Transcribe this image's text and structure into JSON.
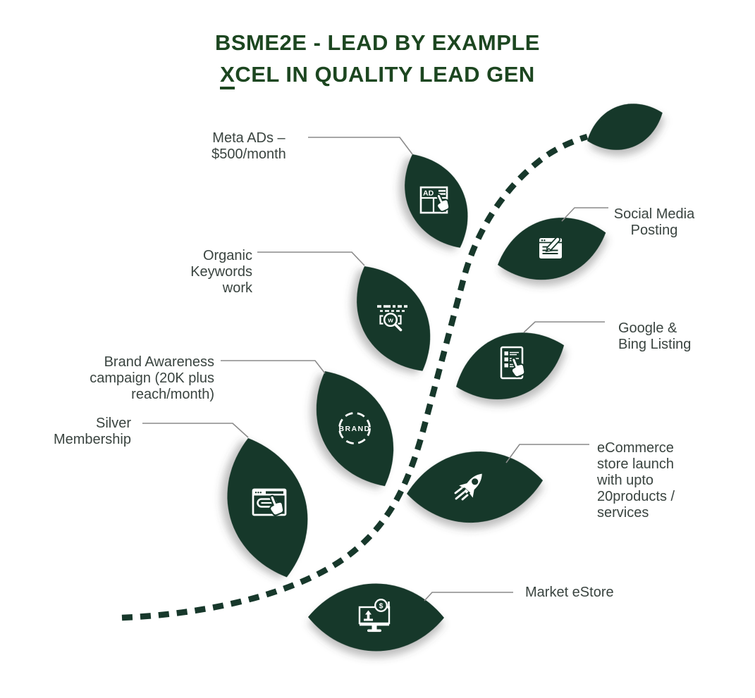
{
  "title": {
    "line1": "BSME2E - LEAD BY EXAMPLE",
    "line2_first_letter": "X",
    "line2_rest": "CEL IN QUALITY LEAD GEN"
  },
  "colors": {
    "leaf_green": "#17382B",
    "title_green": "#1C4620",
    "label_text": "#3A4440",
    "connector_gray": "#8A8A8A",
    "background": "#FFFFFF"
  },
  "items": [
    {
      "id": "meta-ads",
      "label": "Meta ADs –\n$500/month",
      "icon": "ad-click-icon",
      "side": "left"
    },
    {
      "id": "social-media",
      "label": "Social Media\nPosting",
      "icon": "social-post-icon",
      "side": "right"
    },
    {
      "id": "organic-keywords",
      "label": "Organic\nKeywords\nwork",
      "icon": "keyword-search-icon",
      "side": "left"
    },
    {
      "id": "google-bing",
      "label": "Google &\nBing Listing",
      "icon": "listing-click-icon",
      "side": "right"
    },
    {
      "id": "brand-awareness",
      "label": "Brand Awareness\ncampaign (20K plus\nreach/month)",
      "icon": "brand-circle-icon",
      "side": "left"
    },
    {
      "id": "silver-membership",
      "label": "Silver\nMembership",
      "icon": "browser-click-icon",
      "side": "left"
    },
    {
      "id": "ecommerce-store",
      "label": "eCommerce\nstore launch\nwith upto\n20products /\nservices",
      "icon": "rocket-icon",
      "side": "right"
    },
    {
      "id": "market-estore",
      "label": "Market eStore",
      "icon": "estore-launch-icon",
      "side": "left"
    }
  ],
  "icon_texts": {
    "ad": "AD",
    "keyword_letter": "w",
    "brand": "BRAND",
    "dollar": "$"
  }
}
